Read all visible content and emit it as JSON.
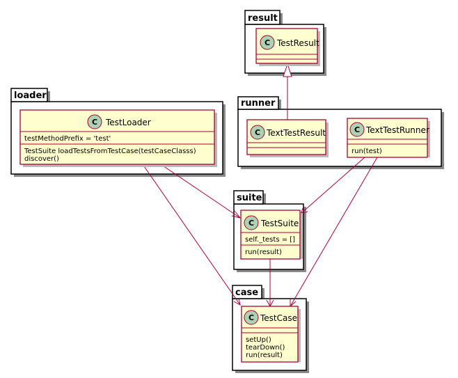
{
  "packages": {
    "result": "result",
    "loader": "loader",
    "runner": "runner",
    "suite": "suite",
    "case": "case"
  },
  "classes": {
    "test_result": {
      "stereotype": "C",
      "name": "TestResult"
    },
    "test_loader": {
      "stereotype": "C",
      "name": "TestLoader",
      "fields": [
        "testMethodPrefix = 'test'"
      ],
      "methods": [
        "TestSuite loadTestsFromTestCase(testCaseClasss)",
        "discover()"
      ]
    },
    "text_test_result": {
      "stereotype": "C",
      "name": "TextTestResult"
    },
    "text_test_runner": {
      "stereotype": "C",
      "name": "TextTestRunner",
      "methods": [
        "run(test)"
      ]
    },
    "test_suite": {
      "stereotype": "C",
      "name": "TestSuite",
      "fields": [
        "self._tests = []"
      ],
      "methods": [
        "run(result)"
      ]
    },
    "test_case": {
      "stereotype": "C",
      "name": "TestCase",
      "methods": [
        "setUp()",
        "tearDown()",
        "run(result)"
      ]
    }
  },
  "relations": [
    {
      "from": "TextTestResult",
      "to": "TestResult",
      "kind": "inheritance"
    },
    {
      "from": "TestLoader",
      "to": "TestSuite",
      "kind": "association"
    },
    {
      "from": "TestLoader",
      "to": "TestCase",
      "kind": "association"
    },
    {
      "from": "TextTestRunner",
      "to": "TestSuite",
      "kind": "association"
    },
    {
      "from": "TextTestRunner",
      "to": "TestCase",
      "kind": "association"
    },
    {
      "from": "TestSuite",
      "to": "TestCase",
      "kind": "association"
    }
  ],
  "colors": {
    "class_fill": "#fefece",
    "class_border": "#a80036",
    "stereotype_circle": "#add1b2",
    "edge": "#a80036"
  }
}
